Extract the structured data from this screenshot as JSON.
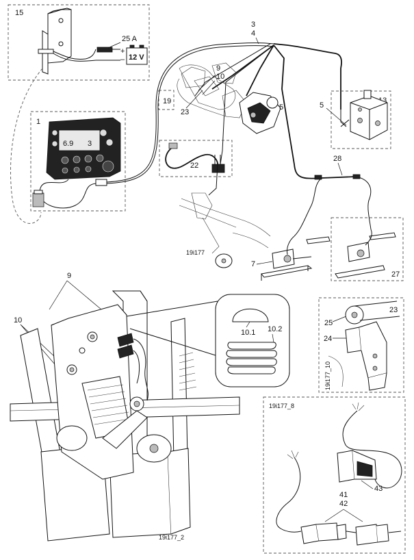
{
  "labels": {
    "n15": "15",
    "fuse": "25 A",
    "plus": "+",
    "minus": "–",
    "battery": "12 V",
    "n1": "1",
    "display_value_left": "6.9",
    "display_value_right": "3",
    "n3": "3",
    "n4": "4",
    "n9_top": "9",
    "n10_top": "10",
    "n19": "19",
    "n23_top": "23",
    "n5_left": "5",
    "n5_right": "5",
    "n13": "13",
    "n22": "22",
    "n28": "28",
    "ref_top": "19i177",
    "n7": "7",
    "n27": "27",
    "n9_bottom": "9",
    "n10_bottom": "10",
    "n10_1": "10.1",
    "n10_2": "10.2",
    "n25": "25",
    "n23_right": "23",
    "n24": "24",
    "ref_10": "19i177_10",
    "ref_8": "19i177_8",
    "n43": "43",
    "n41": "41",
    "n42": "42",
    "ref_2": "19i177_2"
  }
}
